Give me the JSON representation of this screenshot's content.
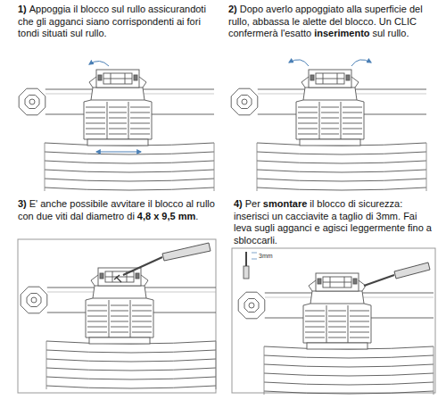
{
  "diagram": {
    "labels": [
      "1)",
      "Appoggia il blocco sul rullo assicurandoti che gli agganci siano corrispondenti ai fori tondi situati sul rullo.",
      "2)",
      "Dopo averlo appoggiato alla superficie del rullo, abbassa le alette del blocco. Un CLIC confermerà l'esatto",
      "inserimento",
      "sul rullo.",
      "3)",
      "E' anche possibile avvitare il blocco al rullo con due viti dal diametro di",
      "4,8 x 9,5 mm",
      ".",
      "4)",
      "Per",
      "smontare",
      "il blocco di sicurezza: inserisci un cacciavite a taglio di 3mm. Fai leva sugli agganci e agisci leggermente fino a sbloccarli.",
      "3mm"
    ]
  }
}
